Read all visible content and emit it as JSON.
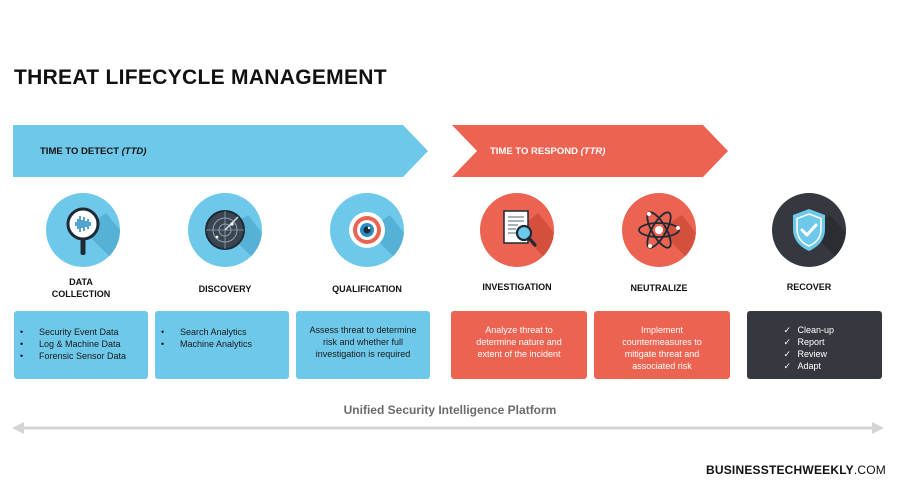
{
  "title": "THREAT LIFECYCLE MANAGEMENT",
  "ttd": {
    "label": "TIME TO DETECT",
    "abbr": "(TTD)"
  },
  "ttr": {
    "label": "TIME TO RESPOND",
    "abbr": "(TTR)"
  },
  "colors": {
    "blue": "#6ec8ea",
    "red": "#ec6351",
    "dark": "#35393f",
    "axis": "#d4d4d4"
  },
  "stages": [
    {
      "label_line1": "DATA",
      "label_line2": "COLLECTION",
      "icon": "magnifier-waveform-icon",
      "items": [
        "Security Event Data",
        "Log & Machine Data",
        "Forensic Sensor Data"
      ]
    },
    {
      "label_line1": "DISCOVERY",
      "icon": "radar-icon",
      "items": [
        "Search Analytics",
        "Machine Analytics"
      ]
    },
    {
      "label_line1": "QUALIFICATION",
      "icon": "target-eye-icon",
      "text_lines": [
        "Assess threat to determine",
        "risk and whether full",
        "investigation is required"
      ]
    },
    {
      "label_line1": "INVESTIGATION",
      "icon": "document-magnifier-icon",
      "text_lines": [
        "Analyze threat to",
        "determine nature and",
        "extent of the incident"
      ]
    },
    {
      "label_line1": "NEUTRALIZE",
      "icon": "atom-icon",
      "text_lines": [
        "Implement",
        "countermeasures to",
        "mitigate threat and",
        "associated risk"
      ]
    },
    {
      "label_line1": "RECOVER",
      "icon": "shield-check-icon",
      "items": [
        "Clean-up",
        "Report",
        "Review",
        "Adapt"
      ]
    }
  ],
  "platform": "Unified Security Intelligence Platform",
  "brand": {
    "bold": "BUSINESSTECHWEEKLY",
    "suffix": ".COM"
  }
}
